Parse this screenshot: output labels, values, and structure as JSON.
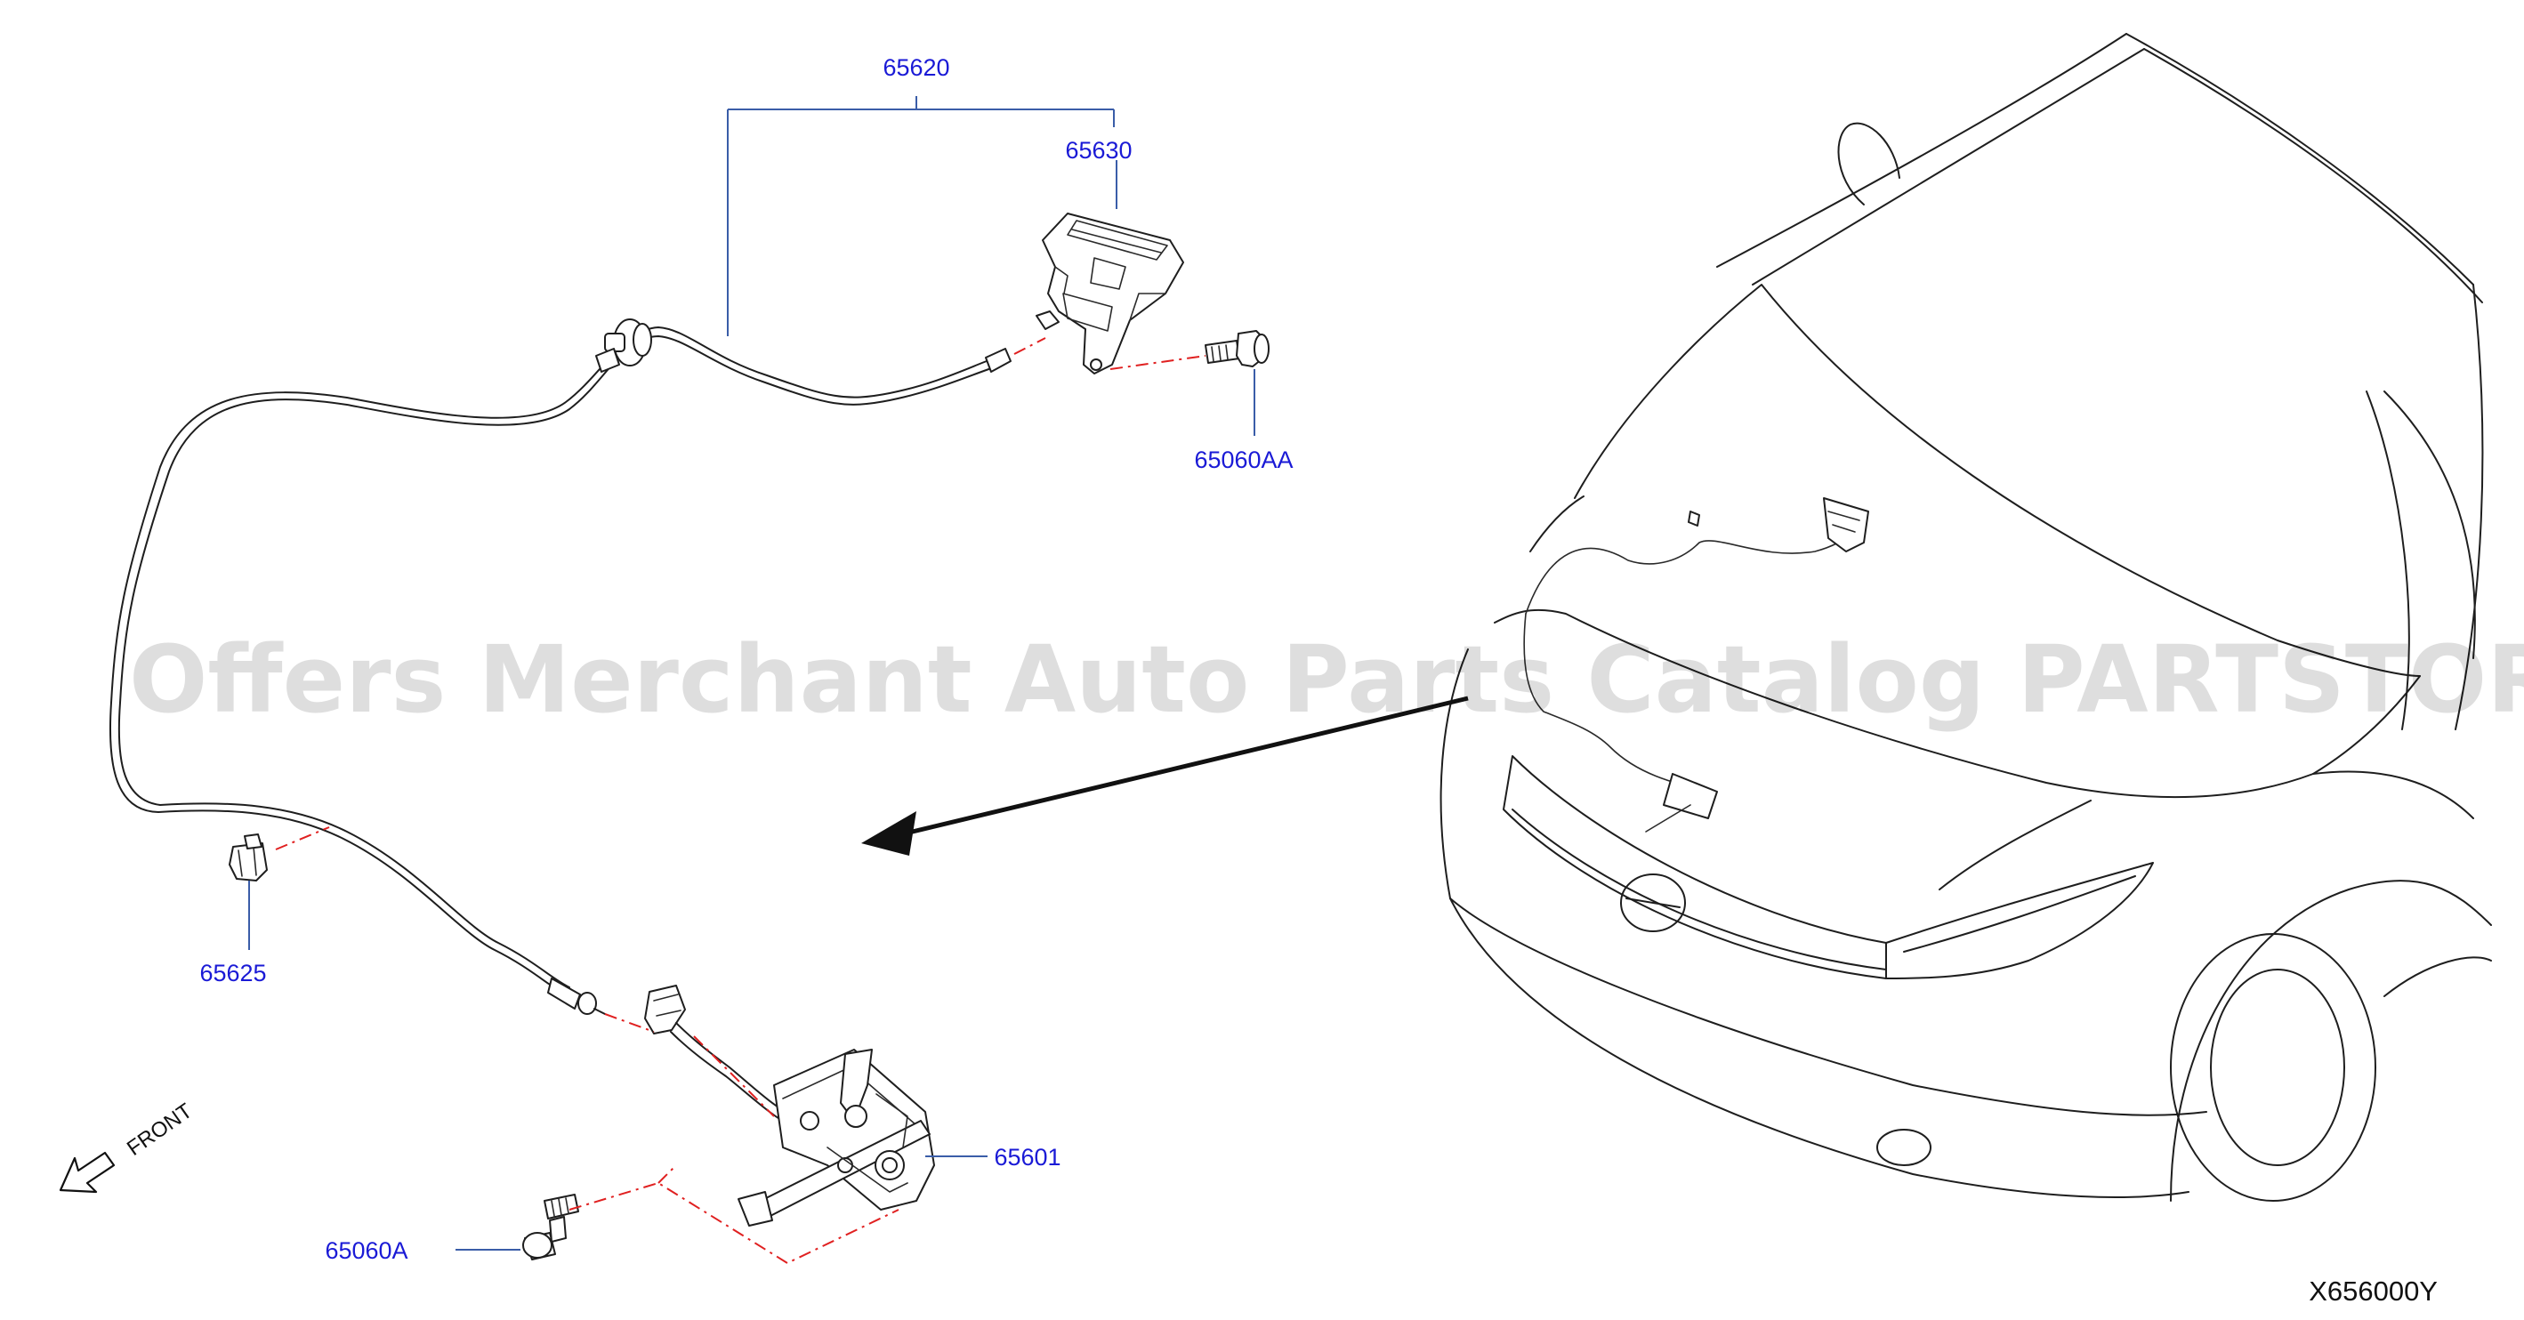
{
  "part_labels": {
    "p65620": "65620",
    "p65630": "65630",
    "p65060AA": "65060AA",
    "p65625": "65625",
    "p65601": "65601",
    "p65060A": "65060A"
  },
  "direction_label": "FRONT",
  "watermark": "Offers Merchant Auto Parts Catalog PARTSTORE.SA",
  "diagram_code": "X656000Y",
  "colors": {
    "label_text": "#1a1ad6",
    "leader_line": "#3a5da8",
    "guide_line": "#e02020",
    "drawing_line": "#1e1e1e"
  }
}
